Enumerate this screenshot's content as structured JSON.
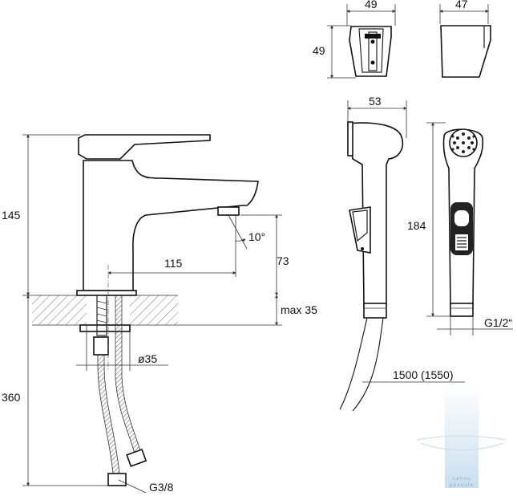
{
  "dimensions": {
    "holder_width": "49",
    "holder_depth": "47",
    "holder_height": "49",
    "shower_head_width": "53",
    "shower_length": "184",
    "tap_height": "145",
    "spout_reach": "115",
    "spout_height": "73",
    "spout_angle": "10°",
    "max_countertop": "max 35",
    "hole_diameter": "ø35",
    "hose_length_total": "360",
    "thread_hose": "G3/8",
    "thread_shower": "G1/2“",
    "hose_length": "1500 (1550)"
  },
  "watermark": {
    "brand_line1": "vannu",
    "brand_line2": "pasaule",
    "color": "#bcd6ea"
  }
}
